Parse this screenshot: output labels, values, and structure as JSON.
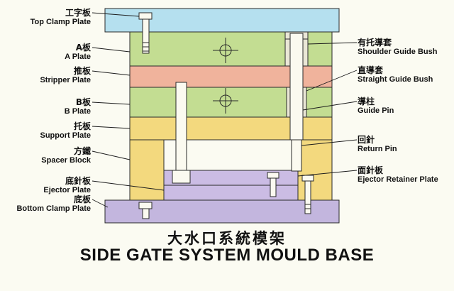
{
  "title": {
    "zh": "大水口系統模架",
    "en": "SIDE GATE SYSTEM MOULD BASE"
  },
  "labels": {
    "left": [
      {
        "zh": "工字板",
        "en": "Top Clamp Plate"
      },
      {
        "zh": "A板",
        "en": "A Plate"
      },
      {
        "zh": "推板",
        "en": "Stripper Plate"
      },
      {
        "zh": "B板",
        "en": "B Plate"
      },
      {
        "zh": "托板",
        "en": "Support Plate"
      },
      {
        "zh": "方鐵",
        "en": "Spacer Block"
      },
      {
        "zh": "底針板",
        "en": "Ejector Plate"
      },
      {
        "zh": "底板",
        "en": "Bottom Clamp Plate"
      }
    ],
    "right": [
      {
        "zh": "有托導套",
        "en": "Shoulder Guide Bush"
      },
      {
        "zh": "直導套",
        "en": "Straight Guide Bush"
      },
      {
        "zh": "導柱",
        "en": "Guide Pin"
      },
      {
        "zh": "回針",
        "en": "Return Pin"
      },
      {
        "zh": "面針板",
        "en": "Ejector Retainer Plate"
      }
    ]
  },
  "colors": {
    "top_clamp_plate": "#b5e0ef",
    "a_plate": "#c3dd92",
    "stripper_plate": "#f0b39c",
    "b_plate": "#c3dd92",
    "support_plate": "#f3d97e",
    "spacer_block": "#f3d97e",
    "ejector_plates": "#cbbce4",
    "bottom_clamp_plate": "#c3b6de",
    "pin": "#fbfaf0",
    "bush": "#eae7d6",
    "line": "#1c1c1c"
  }
}
